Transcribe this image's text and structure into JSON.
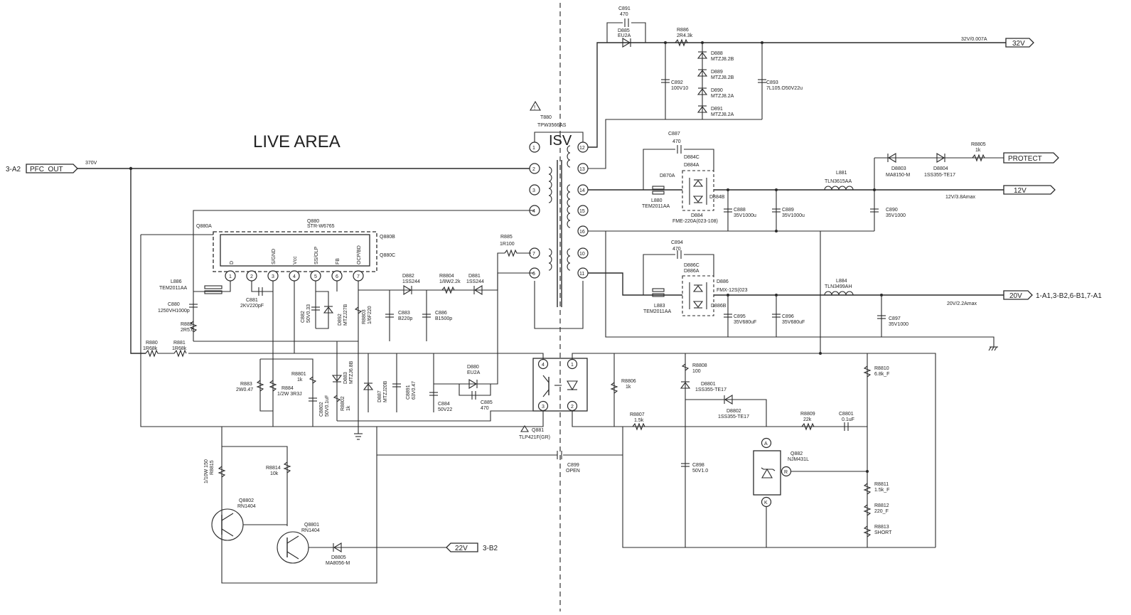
{
  "area": {
    "live": "LIVE AREA"
  },
  "connectors": {
    "pfc_ref": "3-A2",
    "pfc": "PFC_OUT",
    "pfc_v": "370V",
    "v32": "32V",
    "v32_note": "32V/0.007A",
    "protect": "PROTECT",
    "v12": "12V",
    "v12_note": "12V/3.8Amax",
    "v20": "20V",
    "v20_ref": "1-A1,3-B2,6-B1,7-A1",
    "v20_note": "20V/2.2Amax",
    "v22": "22V",
    "v22_ref": "3-B2"
  },
  "transformer": {
    "ref": "T880",
    "part": "TPW3566AS",
    "mark": "ISV",
    "pins_left": [
      "1",
      "2",
      "3",
      "4",
      "7",
      "6"
    ],
    "pins_right": [
      "12",
      "13",
      "14",
      "15",
      "16",
      "10",
      "11"
    ]
  },
  "ic": {
    "ref": "Q880",
    "part": "STR-W6765",
    "tag_a": "Q880A",
    "tag_b": "Q880B",
    "tag_c": "Q880C",
    "pin_names": [
      "D",
      "",
      "S/GND",
      "Vcc",
      "SS/OLP",
      "FB",
      "OCP/BD"
    ],
    "pin_nums": [
      "1",
      "2",
      "3",
      "4",
      "5",
      "6",
      "7"
    ]
  },
  "opto": {
    "ref": "Q881",
    "part": "TLP421F(GR)",
    "pins": [
      "4",
      "1",
      "3",
      "2"
    ]
  },
  "shunt": {
    "ref": "Q882",
    "part": "NJM431L",
    "a": "A",
    "r": "R",
    "k": "K"
  },
  "labels": {
    "c891": [
      "C891",
      "470"
    ],
    "d885": [
      "D885",
      "EU2A"
    ],
    "r886": [
      "R886",
      "2R4.3k"
    ],
    "d888": [
      "D888",
      "MTZJ8.2B"
    ],
    "d889": [
      "D889",
      "MTZJ8.2B"
    ],
    "d890": [
      "D890",
      "MTZJ8.2A"
    ],
    "d891": [
      "D891",
      "MTZJ8.2A"
    ],
    "c892": [
      "C892",
      "100V10"
    ],
    "c893": [
      "C893",
      "7L105.O50V22u"
    ],
    "c887": [
      "C887",
      "470"
    ],
    "d884c": "D884C",
    "d884a": "D884A",
    "d884b": "D884B",
    "d870a": "D870A",
    "l880": [
      "L880",
      "TEM2011AA"
    ],
    "d884": [
      "D884",
      "FME-220A(023-108)"
    ],
    "c888": [
      "C888",
      "35V1000u"
    ],
    "c889": [
      "C889",
      "35V1000u"
    ],
    "l881": [
      "L881",
      "TLN3615AA"
    ],
    "c890": [
      "C890",
      "35V1000"
    ],
    "d8803": [
      "D8803",
      "MA8150-M"
    ],
    "d8804": [
      "D8804",
      "1SS355-TE17"
    ],
    "r8805": [
      "R8805",
      "1k"
    ],
    "c894": [
      "C894",
      "470"
    ],
    "d886c": "D886C",
    "d886a": "D886A",
    "d886": [
      "D886",
      "FMX-12S(023"
    ],
    "d886b": "D886B",
    "l883": [
      "L883",
      "TEM2011AA"
    ],
    "c895": [
      "C895",
      "35V680uF"
    ],
    "c896": [
      "C896",
      "35V680uF"
    ],
    "l884": [
      "L884",
      "TLN3499AH"
    ],
    "c897": [
      "C897",
      "35V1000"
    ],
    "l886": [
      "L886",
      "TEM2011AA"
    ],
    "c880": [
      "C880",
      "1250VH1000p"
    ],
    "r882": [
      "R882",
      "2R5.6"
    ],
    "c881": [
      "C881",
      "2KV220pF"
    ],
    "c882": [
      "C882",
      "50V0.33"
    ],
    "d892": [
      "D892",
      "MTZJ27B"
    ],
    "r8803": [
      "R8803",
      "1/6F220"
    ],
    "c883": [
      "C883",
      "B220p"
    ],
    "c886": [
      "C886",
      "B1500p"
    ],
    "d882": [
      "D882",
      "1SS244"
    ],
    "r8804": [
      "R8804",
      "1/8W2.2k"
    ],
    "d881": [
      "D881",
      "1SS244"
    ],
    "r885": [
      "R885",
      "1R100"
    ],
    "r880": [
      "R880",
      "1R68k"
    ],
    "r881": [
      "R881",
      "1R68k"
    ],
    "r883": [
      "R883",
      "2W0.47"
    ],
    "r884": [
      "R884",
      "1/2W 3R3J"
    ],
    "r8801": [
      "R8801",
      "1k"
    ],
    "c8802": [
      "C8802",
      "50V0.1uF"
    ],
    "r8802": [
      "R8802",
      "1k"
    ],
    "d883": [
      "D883",
      "MTZJ6.8B"
    ],
    "d887": [
      "D887",
      "MTZJ20B"
    ],
    "c8891": [
      "C8891",
      "63V0.47"
    ],
    "c884": [
      "C884",
      "50V22"
    ],
    "d880": [
      "D880",
      "EU2A"
    ],
    "c885": [
      "C885",
      "470"
    ],
    "r8806": [
      "R8806",
      "1k"
    ],
    "r8808": [
      "R8808",
      "100"
    ],
    "d8801": [
      "D8801",
      "1SS355-TE17"
    ],
    "d8802": [
      "D8802",
      "1SS355-TE17"
    ],
    "r8807": [
      "R8807",
      "1.5k"
    ],
    "r8809": [
      "R8809",
      "22k"
    ],
    "c8801": [
      "C8801",
      "0.1uF"
    ],
    "r8810": [
      "R8810",
      "6.8k_F"
    ],
    "c899": [
      "C899",
      "OPEN"
    ],
    "c898": [
      "C898",
      "50V1.0"
    ],
    "r8811": [
      "R8811",
      "1.5k_F"
    ],
    "r8812": [
      "R8812",
      "220_F"
    ],
    "r8813": [
      "R8813",
      "SHORT"
    ],
    "r8815": [
      "R8815",
      "1/10W 150"
    ],
    "r8814": [
      "R8814",
      "10k"
    ],
    "q8802": [
      "Q8802",
      "RN1404"
    ],
    "q8801": [
      "Q8801",
      "RN1404"
    ],
    "d8805": [
      "D8805",
      "MA8056-M"
    ]
  }
}
